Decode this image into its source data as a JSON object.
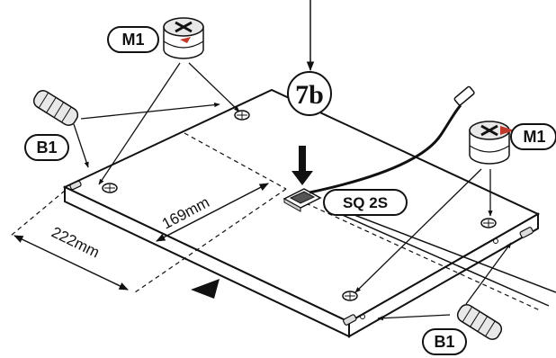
{
  "step_label": "7b",
  "parts": {
    "cam_lock": "M1",
    "dowel": "B1",
    "switch": "SQ 2S"
  },
  "dimensions": {
    "depth": "169mm",
    "width": "222mm"
  },
  "colors": {
    "line": "#111111",
    "board": "#ffffff",
    "arrow_accent": "#c0392b"
  }
}
